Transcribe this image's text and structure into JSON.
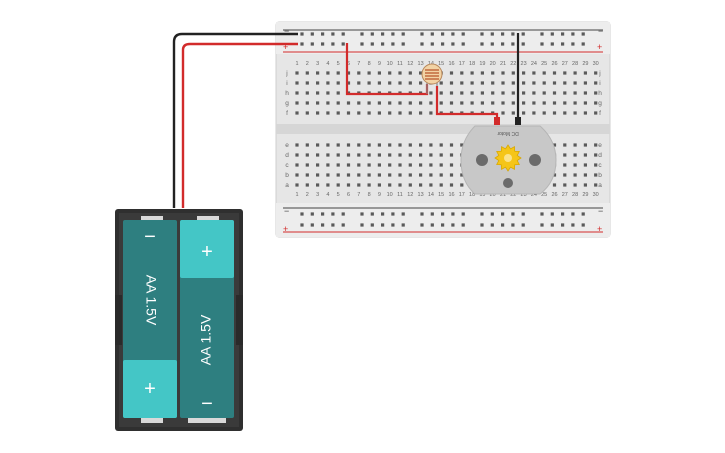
{
  "breadboard": {
    "column_numbers": [
      "1",
      "2",
      "3",
      "4",
      "5",
      "6",
      "7",
      "8",
      "9",
      "10",
      "11",
      "12",
      "13",
      "14",
      "15",
      "16",
      "17",
      "18",
      "19",
      "20",
      "21",
      "22",
      "23",
      "24",
      "25",
      "26",
      "27",
      "28",
      "29",
      "30"
    ],
    "top_row_letters": [
      "j",
      "i",
      "h",
      "g",
      "f"
    ],
    "bottom_row_letters": [
      "e",
      "d",
      "c",
      "b",
      "a"
    ],
    "rail_minus": "−",
    "rail_plus": "+"
  },
  "motor": {
    "label": "DC Motor"
  },
  "battery_pack": {
    "cells": [
      {
        "label": "AA 1.5V",
        "top_sign": "−",
        "bottom_sign": "+"
      },
      {
        "label": "AA 1.5V",
        "top_sign": "+",
        "bottom_sign": "−"
      }
    ]
  },
  "colors": {
    "wire_red": "#d22b2b",
    "wire_black": "#222222",
    "battery_teal": "#2e7f80",
    "battery_cap": "#44c6c6",
    "breadboard": "#e6e6e6",
    "motor_body": "#c8c8c8",
    "motor_gear": "#f5c518"
  }
}
